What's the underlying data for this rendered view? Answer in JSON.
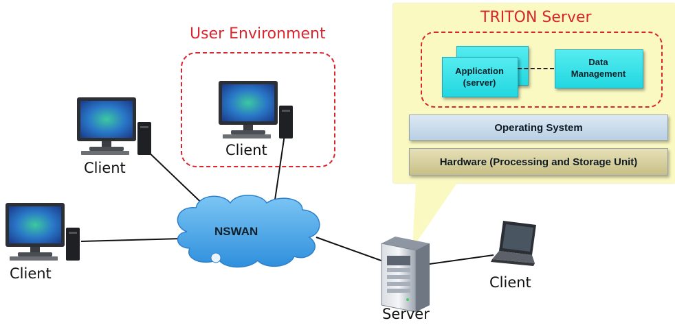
{
  "triton_panel": {
    "title": "TRITON Server",
    "application_label_line1": "Application",
    "application_label_line2": "(server)",
    "data_management_line1": "Data",
    "data_management_line2": "Management",
    "operating_system": "Operating System",
    "hardware": "Hardware (Processing and Storage Unit)"
  },
  "user_environment": {
    "title": "User Environment"
  },
  "network": {
    "label": "NSWAN"
  },
  "nodes": {
    "client_user_env": "Client",
    "client_top_left": "Client",
    "client_left": "Client",
    "client_laptop": "Client",
    "server": "Server"
  },
  "colors": {
    "panel_fill": "#fbf9c2",
    "dashed_red": "#d8262e",
    "cyan": "#33dfe6",
    "os_bar": "#c4d7ea",
    "hardware_bar": "#d6cf9e",
    "cloud": "#4aa8e8"
  },
  "icons": {
    "desktop": "desktop-computer-icon",
    "laptop": "laptop-icon",
    "server": "server-tower-icon",
    "cloud": "network-cloud-icon"
  }
}
